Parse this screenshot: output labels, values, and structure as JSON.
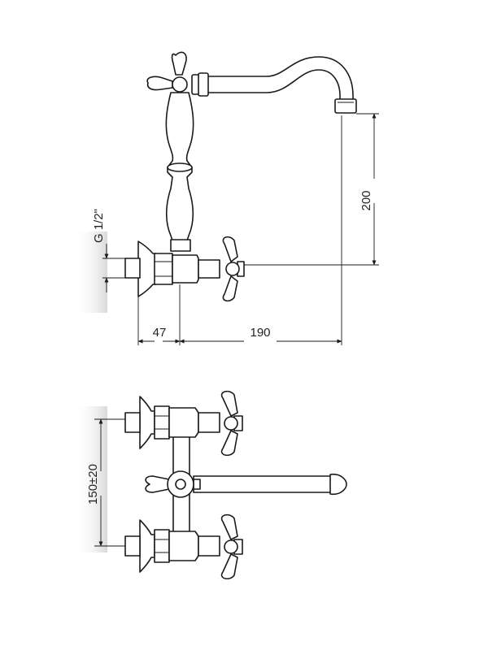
{
  "dimensions": {
    "thread": "G 1/2\"",
    "wall_offset": "47",
    "spout_reach": "190",
    "spout_height": "200",
    "center_distance": "150±20"
  }
}
